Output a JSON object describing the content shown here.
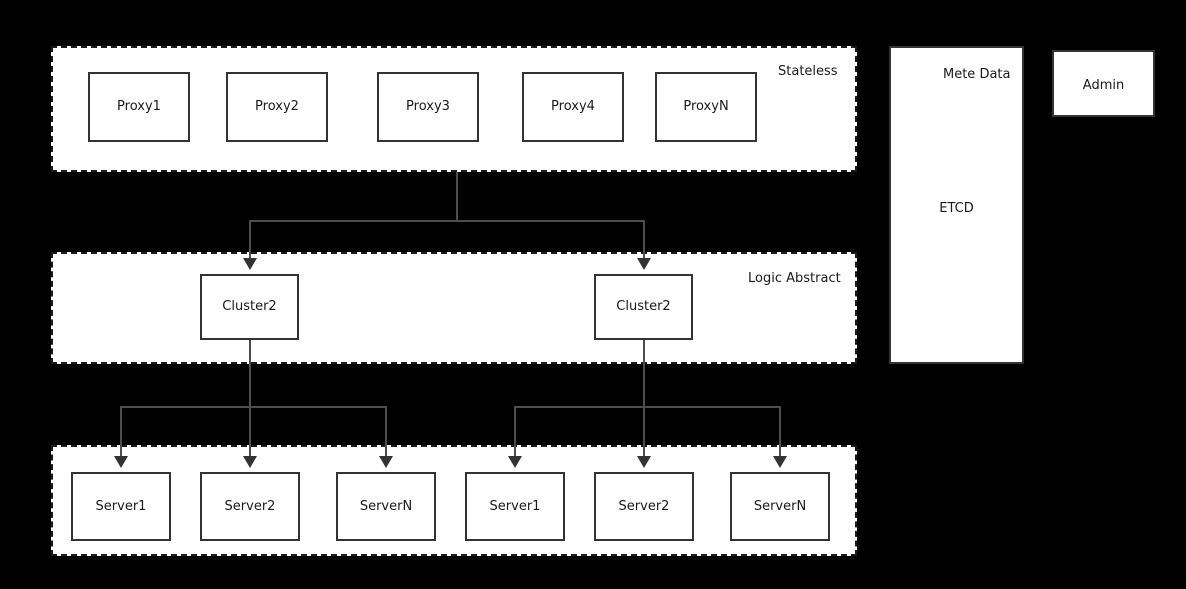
{
  "diagram": {
    "background": "#000000",
    "box_fill": "#ffffff",
    "box_stroke": "#333333",
    "edge_stroke": "#4d4d4d",
    "text_color": "#1a1a1a"
  },
  "groups": {
    "stateless": {
      "label": "Stateless",
      "nodes": [
        {
          "label": "Proxy1"
        },
        {
          "label": "Proxy2"
        },
        {
          "label": "Proxy3"
        },
        {
          "label": "Proxy4"
        },
        {
          "label": "ProxyN"
        }
      ]
    },
    "logic_abstract": {
      "label": "Logic Abstract",
      "nodes": [
        {
          "label": "Cluster2"
        },
        {
          "label": "Cluster2"
        }
      ]
    },
    "servers": {
      "label": "",
      "nodes": [
        {
          "label": "Server1"
        },
        {
          "label": "Server2"
        },
        {
          "label": "ServerN"
        },
        {
          "label": "Server1"
        },
        {
          "label": "Server2"
        },
        {
          "label": "ServerN"
        }
      ]
    }
  },
  "side_panels": {
    "meta_data": {
      "title": "Mete Data",
      "center_label": "ETCD"
    },
    "admin": {
      "label": "Admin"
    }
  }
}
